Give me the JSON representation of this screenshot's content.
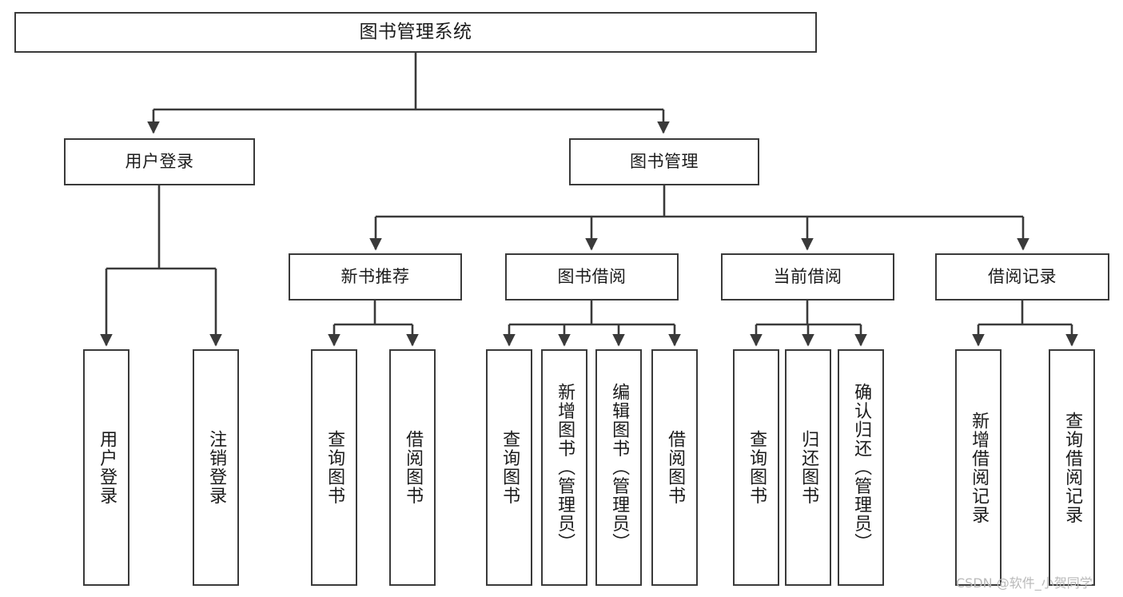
{
  "diagram": {
    "title": "图书管理系统",
    "type": "hierarchy-tree",
    "watermark": "CSDN @软件_小贺同学",
    "stroke_color": "#3a3a3a",
    "fill_color": "#ffffff",
    "text_color": "#1b1b1b",
    "watermark_color": "#b9b9b9"
  },
  "nodes": {
    "root": {
      "label": "图书管理系统"
    },
    "level2": [
      {
        "id": "user-login",
        "label": "用户登录"
      },
      {
        "id": "book-manage",
        "label": "图书管理"
      }
    ],
    "level3": [
      {
        "id": "new-book-recommend",
        "label": "新书推荐"
      },
      {
        "id": "book-borrow",
        "label": "图书借阅"
      },
      {
        "id": "current-borrow",
        "label": "当前借阅"
      },
      {
        "id": "borrow-record",
        "label": "借阅记录"
      }
    ],
    "leaves": {
      "user-login": [
        {
          "id": "leaf-user-login",
          "label": "用户登录"
        },
        {
          "id": "leaf-logout",
          "label": "注销登录"
        }
      ],
      "new-book-recommend": [
        {
          "id": "leaf-query-book-1",
          "label": "查询图书"
        },
        {
          "id": "leaf-borrow-book-1",
          "label": "借阅图书"
        }
      ],
      "book-borrow": [
        {
          "id": "leaf-query-book-2",
          "label": "查询图书"
        },
        {
          "id": "leaf-add-book",
          "label": "新增图书（管理员）"
        },
        {
          "id": "leaf-edit-book",
          "label": "编辑图书（管理员）"
        },
        {
          "id": "leaf-borrow-book-2",
          "label": "借阅图书"
        }
      ],
      "current-borrow": [
        {
          "id": "leaf-query-book-3",
          "label": "查询图书"
        },
        {
          "id": "leaf-return-book",
          "label": "归还图书"
        },
        {
          "id": "leaf-confirm-return",
          "label": "确认归还（管理员）"
        }
      ],
      "borrow-record": [
        {
          "id": "leaf-add-record",
          "label": "新增借阅记录"
        },
        {
          "id": "leaf-query-record",
          "label": "查询借阅记录"
        }
      ]
    }
  }
}
